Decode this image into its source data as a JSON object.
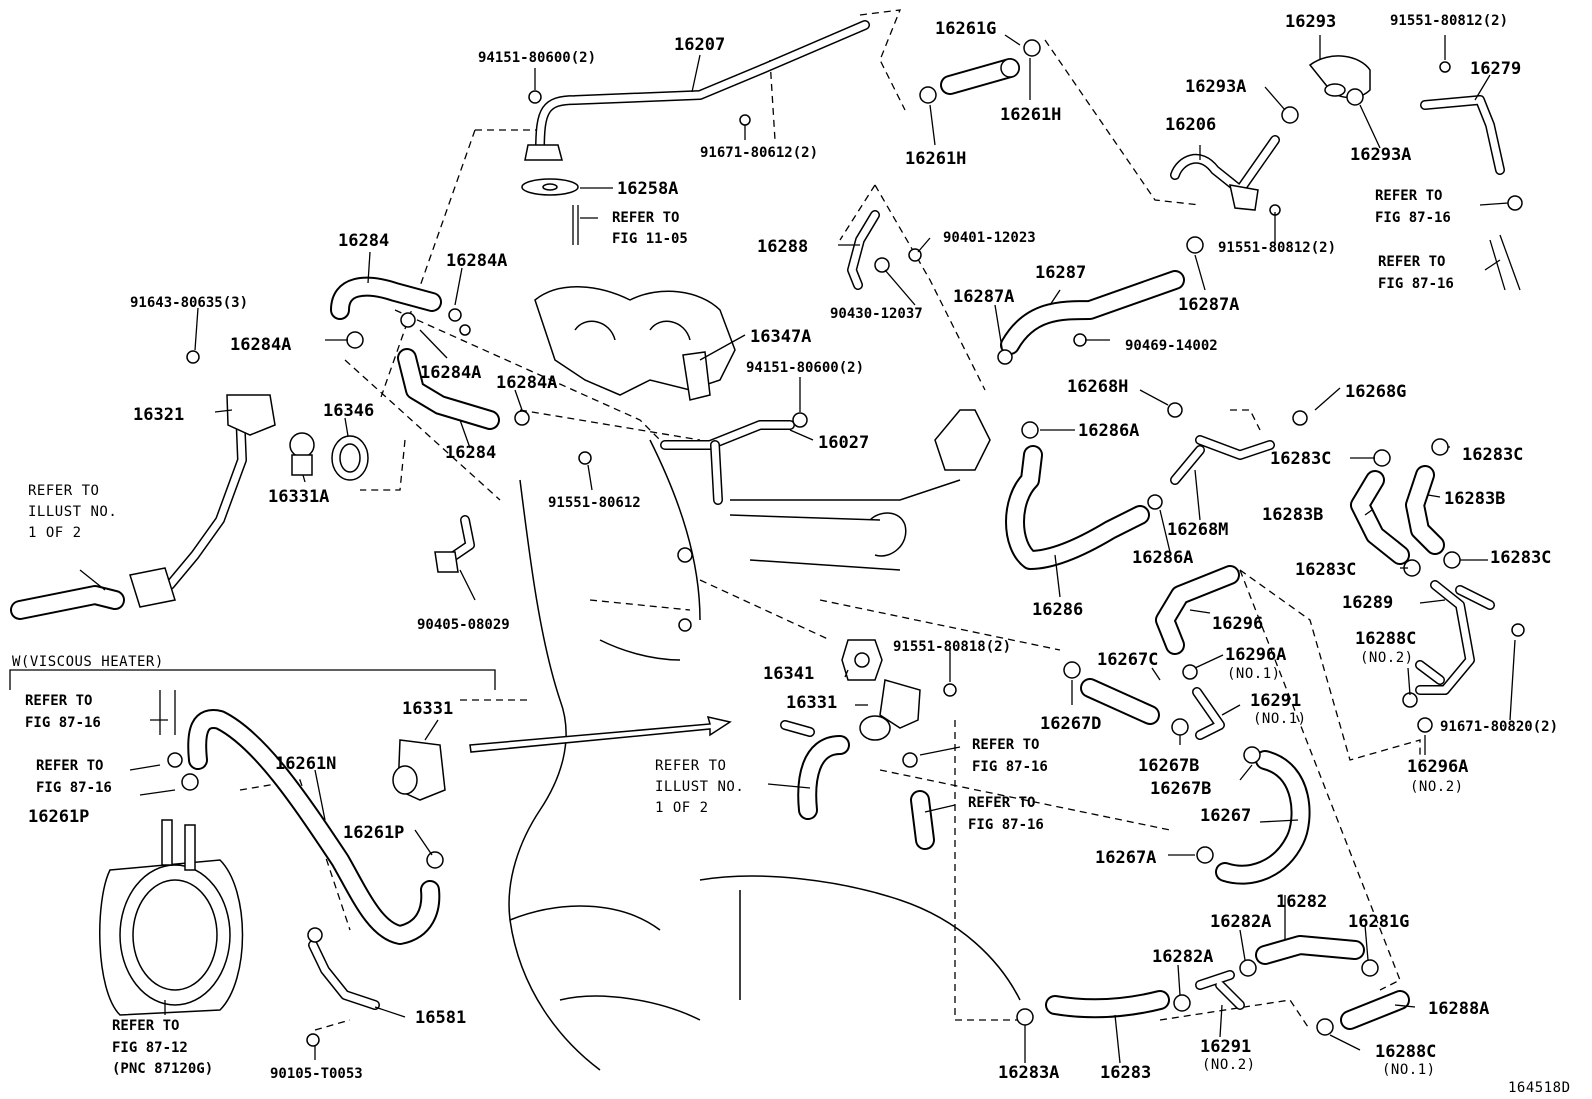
{
  "diagram_id": "164518D",
  "section_title": "W(VISCOUS HEATER)",
  "part_labels": [
    {
      "id": "p01",
      "text": "94151-80600(2)"
    },
    {
      "id": "p02",
      "text": "16207"
    },
    {
      "id": "p03",
      "text": "91671-80612(2)"
    },
    {
      "id": "p04",
      "text": "16258A"
    },
    {
      "id": "p05",
      "text": "16261G"
    },
    {
      "id": "p06",
      "text": "16261H"
    },
    {
      "id": "p07",
      "text": "16261H"
    },
    {
      "id": "p08",
      "text": "16293"
    },
    {
      "id": "p09",
      "text": "91551-80812(2)"
    },
    {
      "id": "p10",
      "text": "16279"
    },
    {
      "id": "p11",
      "text": "16293A"
    },
    {
      "id": "p12",
      "text": "16293A"
    },
    {
      "id": "p13",
      "text": "16206"
    },
    {
      "id": "p14",
      "text": "91551-80812(2)"
    },
    {
      "id": "p15",
      "text": "16288"
    },
    {
      "id": "p16",
      "text": "90401-12023"
    },
    {
      "id": "p17",
      "text": "16287"
    },
    {
      "id": "p18",
      "text": "16287A"
    },
    {
      "id": "p19",
      "text": "16287A"
    },
    {
      "id": "p20",
      "text": "90430-12037"
    },
    {
      "id": "p21",
      "text": "90469-14002"
    },
    {
      "id": "p22",
      "text": "16284"
    },
    {
      "id": "p23",
      "text": "16284A"
    },
    {
      "id": "p24",
      "text": "91643-80635(3)"
    },
    {
      "id": "p25",
      "text": "16284A"
    },
    {
      "id": "p26",
      "text": "16284A"
    },
    {
      "id": "p27",
      "text": "16284A"
    },
    {
      "id": "p28",
      "text": "16347A"
    },
    {
      "id": "p29",
      "text": "94151-80600(2)"
    },
    {
      "id": "p30",
      "text": "16321"
    },
    {
      "id": "p31",
      "text": "16346"
    },
    {
      "id": "p32",
      "text": "16284"
    },
    {
      "id": "p33",
      "text": "16027"
    },
    {
      "id": "p34",
      "text": "16331A"
    },
    {
      "id": "p35",
      "text": "91551-80612"
    },
    {
      "id": "p36",
      "text": "16268H"
    },
    {
      "id": "p37",
      "text": "16268G"
    },
    {
      "id": "p38",
      "text": "16286A"
    },
    {
      "id": "p39",
      "text": "16283C"
    },
    {
      "id": "p40",
      "text": "16283C"
    },
    {
      "id": "p41",
      "text": "16268M"
    },
    {
      "id": "p42",
      "text": "16283B"
    },
    {
      "id": "p43",
      "text": "16283B"
    },
    {
      "id": "p44",
      "text": "16286A"
    },
    {
      "id": "p45",
      "text": "16283C"
    },
    {
      "id": "p46",
      "text": "16283C"
    },
    {
      "id": "p47",
      "text": "16286"
    },
    {
      "id": "p48",
      "text": "16289"
    },
    {
      "id": "p49",
      "text": "16296"
    },
    {
      "id": "p50",
      "text": "90405-08029"
    },
    {
      "id": "p51",
      "text": "16288C"
    },
    {
      "id": "p52",
      "text": "(NO.2)"
    },
    {
      "id": "p53",
      "text": "91551-80818(2)"
    },
    {
      "id": "p54",
      "text": "16296A"
    },
    {
      "id": "p55",
      "text": "(NO.1)"
    },
    {
      "id": "p56",
      "text": "16267C"
    },
    {
      "id": "p57",
      "text": "16341"
    },
    {
      "id": "p58",
      "text": "16291"
    },
    {
      "id": "p59",
      "text": "(NO.1)"
    },
    {
      "id": "p60",
      "text": "91671-80820(2)"
    },
    {
      "id": "p61",
      "text": "16331"
    },
    {
      "id": "p62",
      "text": "16331"
    },
    {
      "id": "p63",
      "text": "16267D"
    },
    {
      "id": "p64",
      "text": "16261N"
    },
    {
      "id": "p65",
      "text": "16267B"
    },
    {
      "id": "p66",
      "text": "16296A"
    },
    {
      "id": "p67",
      "text": "(NO.2)"
    },
    {
      "id": "p68",
      "text": "16267B"
    },
    {
      "id": "p69",
      "text": "16261P"
    },
    {
      "id": "p70",
      "text": "16261P"
    },
    {
      "id": "p71",
      "text": "16267"
    },
    {
      "id": "p72",
      "text": "16267A"
    },
    {
      "id": "p73",
      "text": "16282"
    },
    {
      "id": "p74",
      "text": "16282A"
    },
    {
      "id": "p75",
      "text": "16281G"
    },
    {
      "id": "p76",
      "text": "16282A"
    },
    {
      "id": "p77",
      "text": "16288A"
    },
    {
      "id": "p78",
      "text": "16581"
    },
    {
      "id": "p79",
      "text": "16291"
    },
    {
      "id": "p80",
      "text": "(NO.2)"
    },
    {
      "id": "p81",
      "text": "16288C"
    },
    {
      "id": "p82",
      "text": "(NO.1)"
    },
    {
      "id": "p83",
      "text": "16283A"
    },
    {
      "id": "p84",
      "text": "16283"
    },
    {
      "id": "p85",
      "text": "90105-T0053"
    }
  ],
  "refer_notes": [
    {
      "id": "r01",
      "lines": [
        "REFER TO",
        "FIG 11-05"
      ]
    },
    {
      "id": "r02",
      "lines": [
        "REFER TO",
        "FIG 87-16"
      ]
    },
    {
      "id": "r03",
      "lines": [
        "REFER TO",
        "FIG 87-16"
      ]
    },
    {
      "id": "r04",
      "lines": [
        "REFER TO",
        "ILLUST NO.",
        "1 OF 2"
      ]
    },
    {
      "id": "r05",
      "lines": [
        "REFER TO",
        "FIG 87-16"
      ]
    },
    {
      "id": "r06",
      "lines": [
        "REFER TO",
        "FIG 87-16"
      ]
    },
    {
      "id": "r07",
      "lines": [
        "REFER TO",
        "ILLUST NO.",
        "1 OF 2"
      ]
    },
    {
      "id": "r08",
      "lines": [
        "REFER TO",
        "FIG 87-16"
      ]
    },
    {
      "id": "r09",
      "lines": [
        "REFER TO",
        "FIG 87-16"
      ]
    },
    {
      "id": "r10",
      "lines": [
        "REFER TO",
        "FIG 87-12",
        "(PNC 87120G)"
      ]
    }
  ]
}
